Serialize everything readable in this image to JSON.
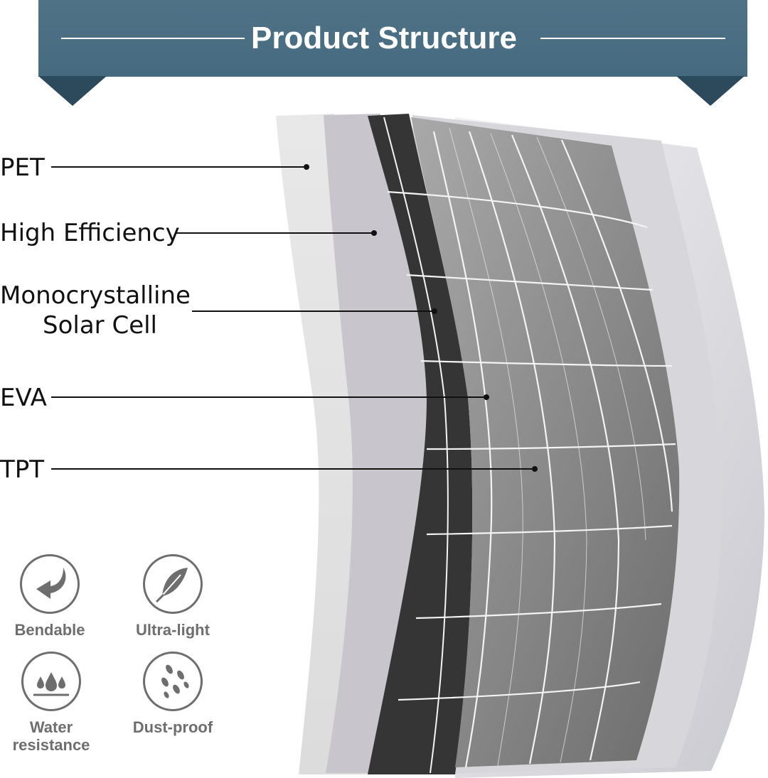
{
  "header": {
    "title": "Product Structure"
  },
  "layers": [
    {
      "name": "pet",
      "lines": [
        "PET"
      ]
    },
    {
      "name": "high-efficiency",
      "lines": [
        "High Efficiency"
      ]
    },
    {
      "name": "monocrystalline-solar-cell",
      "lines": [
        "Monocrystalline",
        "Solar Cell"
      ]
    },
    {
      "name": "eva",
      "lines": [
        "EVA"
      ]
    },
    {
      "name": "tpt",
      "lines": [
        "TPT"
      ]
    }
  ],
  "features": [
    {
      "name": "bendable",
      "icon": "bend-arrow-icon",
      "lines": [
        "Bendable"
      ]
    },
    {
      "name": "ultra-light",
      "icon": "feather-icon",
      "lines": [
        "Ultra-light"
      ]
    },
    {
      "name": "water-resistance",
      "icon": "water-drops-icon",
      "lines": [
        "Water",
        "resistance"
      ]
    },
    {
      "name": "dust-proof",
      "icon": "dust-particles-icon",
      "lines": [
        "Dust-proof"
      ]
    }
  ],
  "colors": {
    "banner": "#4a6d82",
    "banner_tab": "#2c4a5c",
    "frame": "#353535",
    "cell": "#7c7c7c",
    "icon_gray": "#6e6e6e"
  }
}
